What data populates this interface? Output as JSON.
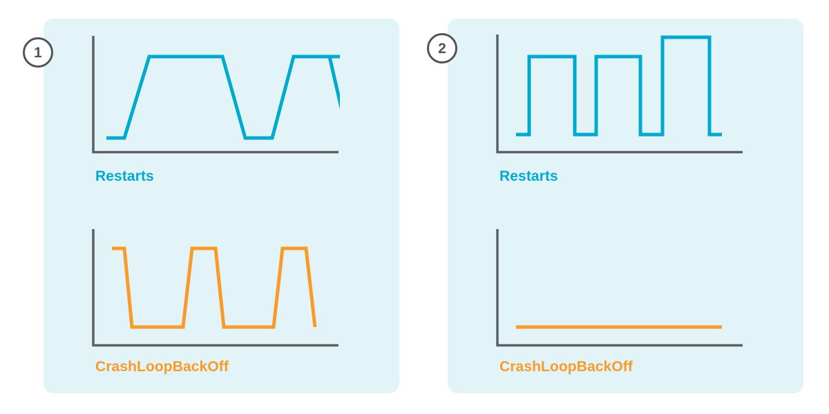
{
  "colors": {
    "panel_background": "#e3f4f9",
    "page_background": "#ffffff",
    "teal": "#00a9ce",
    "orange": "#f89b29",
    "axis": "#5a6066",
    "badge_border": "#4f545c",
    "badge_text": "#4f545c"
  },
  "panels": [
    {
      "badge": "1",
      "charts": [
        {
          "label": "Restarts",
          "series_color": "#00a9ce"
        },
        {
          "label": "CrashLoopBackOff",
          "series_color": "#f89b29"
        }
      ]
    },
    {
      "badge": "2",
      "charts": [
        {
          "label": "Restarts",
          "series_color": "#00a9ce"
        },
        {
          "label": "CrashLoopBackOff",
          "series_color": "#f89b29"
        }
      ]
    }
  ],
  "chart_data": [
    {
      "id": "panel1-restarts",
      "type": "line",
      "title": "Restarts",
      "xlabel": "",
      "ylabel": "",
      "xlim": [
        0,
        100
      ],
      "ylim": [
        0,
        100
      ],
      "grid": false,
      "legend": "none",
      "line_color": "#00a9ce",
      "line_width": 5,
      "shape": "trapezoidal-pulses",
      "description": "Two wide trapezoidal pulses with sloped rise and fall, returning to a low baseline between and after.",
      "x": [
        0,
        8,
        20,
        46,
        57,
        68,
        78,
        92,
        100
      ],
      "y": [
        8,
        8,
        88,
        88,
        8,
        8,
        88,
        88,
        8
      ]
    },
    {
      "id": "panel1-crashloopbackoff",
      "type": "line",
      "title": "CrashLoopBackOff",
      "xlabel": "",
      "ylabel": "",
      "xlim": [
        0,
        100
      ],
      "ylim": [
        0,
        100
      ],
      "grid": false,
      "legend": "none",
      "line_color": "#f89b29",
      "line_width": 5,
      "shape": "inverted-trapezoidal-pulses",
      "description": "Starts high, drops to a low baseline, rises to high, drops again, rises, then drops off at the right edge. Mirrors the Restarts trace.",
      "x": [
        0,
        6,
        17,
        38,
        47,
        57,
        68,
        87,
        95,
        100
      ],
      "y": [
        90,
        90,
        8,
        8,
        90,
        90,
        8,
        8,
        90,
        10
      ]
    },
    {
      "id": "panel2-restarts",
      "type": "line",
      "title": "Restarts",
      "xlabel": "",
      "ylabel": "",
      "xlim": [
        0,
        100
      ],
      "ylim": [
        0,
        100
      ],
      "grid": false,
      "legend": "none",
      "line_color": "#00a9ce",
      "line_width": 5,
      "shape": "square-pulses",
      "description": "Three square pulses with vertical edges on a low baseline; the third pulse is noticeably taller than the first two.",
      "x": [
        0,
        6,
        6,
        28,
        28,
        33,
        33,
        55,
        55,
        61,
        61,
        83,
        83,
        89,
        89,
        100
      ],
      "y": [
        8,
        8,
        78,
        78,
        8,
        8,
        78,
        78,
        8,
        8,
        94,
        94,
        8,
        8,
        8,
        8
      ],
      "pulse_heights": [
        78,
        78,
        94
      ]
    },
    {
      "id": "panel2-crashloopbackoff",
      "type": "line",
      "title": "CrashLoopBackOff",
      "xlabel": "",
      "ylabel": "",
      "xlim": [
        0,
        100
      ],
      "ylim": [
        0,
        100
      ],
      "grid": false,
      "legend": "none",
      "line_color": "#f89b29",
      "line_width": 5,
      "shape": "flat",
      "description": "A completely flat line held at a low constant value across the full width — no crash loops.",
      "x": [
        0,
        100
      ],
      "y": [
        12,
        12
      ]
    }
  ]
}
